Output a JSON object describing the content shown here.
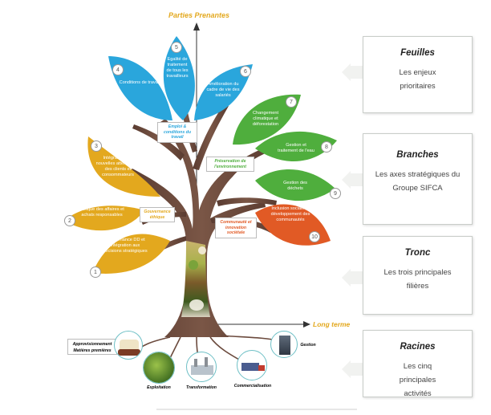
{
  "top_label": "Parties Prenantes",
  "bottom_label": "Long terme",
  "blue_leaves": {
    "branch_tag": "Emploi & conditions du travail",
    "items": [
      {
        "num": "4",
        "text": "Conditions de travail"
      },
      {
        "num": "5",
        "text": "Egalité de traitement de tous les travailleurs"
      },
      {
        "num": "6",
        "text": "Amélioration du cadre de vie des salariés"
      }
    ]
  },
  "green_leaves": {
    "branch_tag": "Préservation de l'environnement",
    "items": [
      {
        "num": "7",
        "text": "Changement climatique et déforestation"
      },
      {
        "num": "8",
        "text": "Gestion et traitement de l'eau"
      },
      {
        "num": "9",
        "text": "Gestion des déchets"
      }
    ]
  },
  "orange_leaves": {
    "branch_tag": "Communauté et innovation sociétale",
    "items": [
      {
        "num": "10",
        "text": "Inclusion sociale et développement des communautés"
      }
    ]
  },
  "yellow_leaves": {
    "branch_tag": "Gouvernance éthique",
    "items": [
      {
        "num": "3",
        "text": "Intégration des nouvelles attentes DD des clients et consommateurs"
      },
      {
        "num": "2",
        "text": "Ethique des affaires et achats responsables"
      },
      {
        "num": "1",
        "text": "Gouvernance DD et intégration aux décisions stratégiques"
      }
    ]
  },
  "activities": [
    {
      "name": "Approvisionnement Matières premières"
    },
    {
      "name": "Exploitation"
    },
    {
      "name": "Transformation"
    },
    {
      "name": "Commercialisation"
    },
    {
      "name": "Gestion"
    }
  ],
  "legend": [
    {
      "title": "Feuilles",
      "desc": "Les enjeux prioritaires"
    },
    {
      "title": "Branches",
      "desc": "Les axes stratégiques du Groupe SIFCA"
    },
    {
      "title": "Tronc",
      "desc": "Les trois principales filières"
    },
    {
      "title": "Racines",
      "desc": "Les cinq principales activités"
    }
  ],
  "colors": {
    "blue": "#2aa6dc",
    "green": "#4fae3d",
    "orange": "#e15a25",
    "yellow": "#e3a81e",
    "trunk": "#6b4a3d",
    "accent_label": "#e3a81e"
  }
}
